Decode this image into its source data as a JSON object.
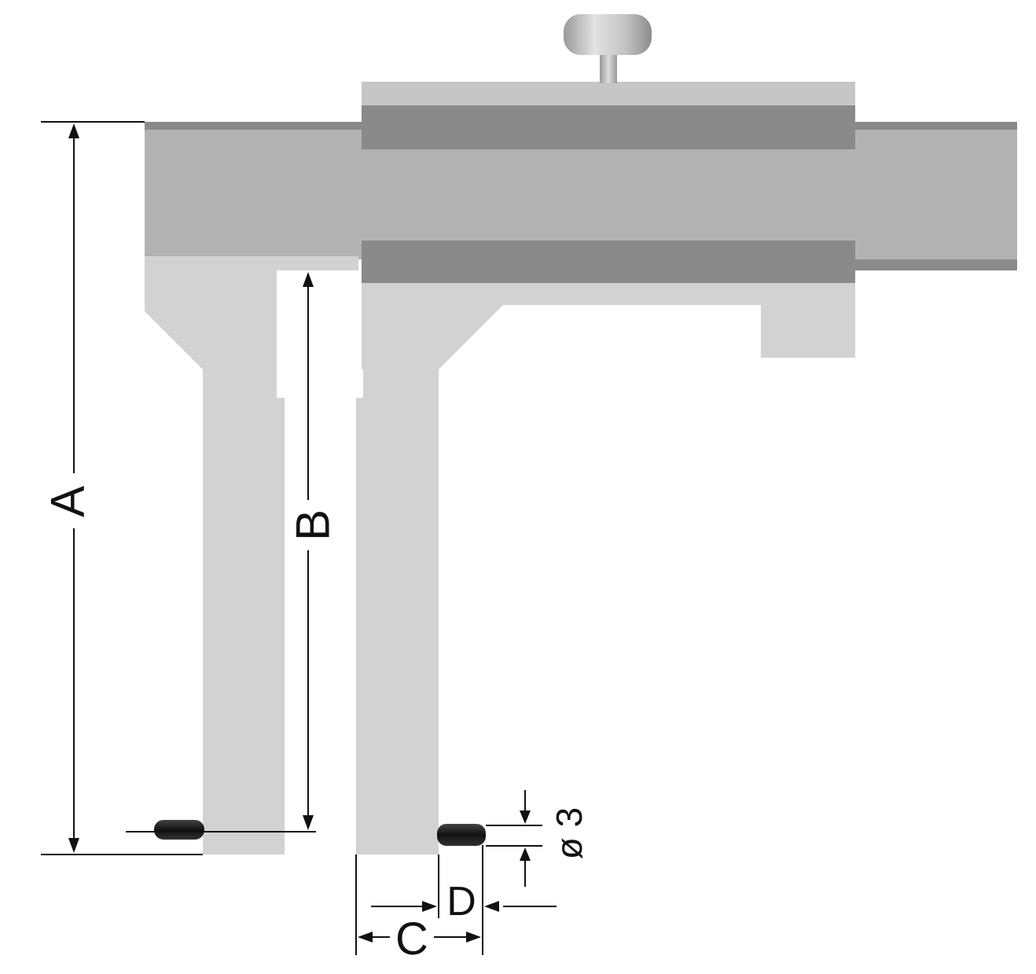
{
  "labels": {
    "a": "A",
    "b": "B",
    "c": "C",
    "d": "D",
    "diameter": "ø 3"
  },
  "colors": {
    "background": "#ffffff",
    "beam_light": "#b2b2b2",
    "beam_dark": "#8a8a8a",
    "jaw": "#d2d2d2",
    "tip": "#1a1a1a",
    "line": "#111111"
  }
}
